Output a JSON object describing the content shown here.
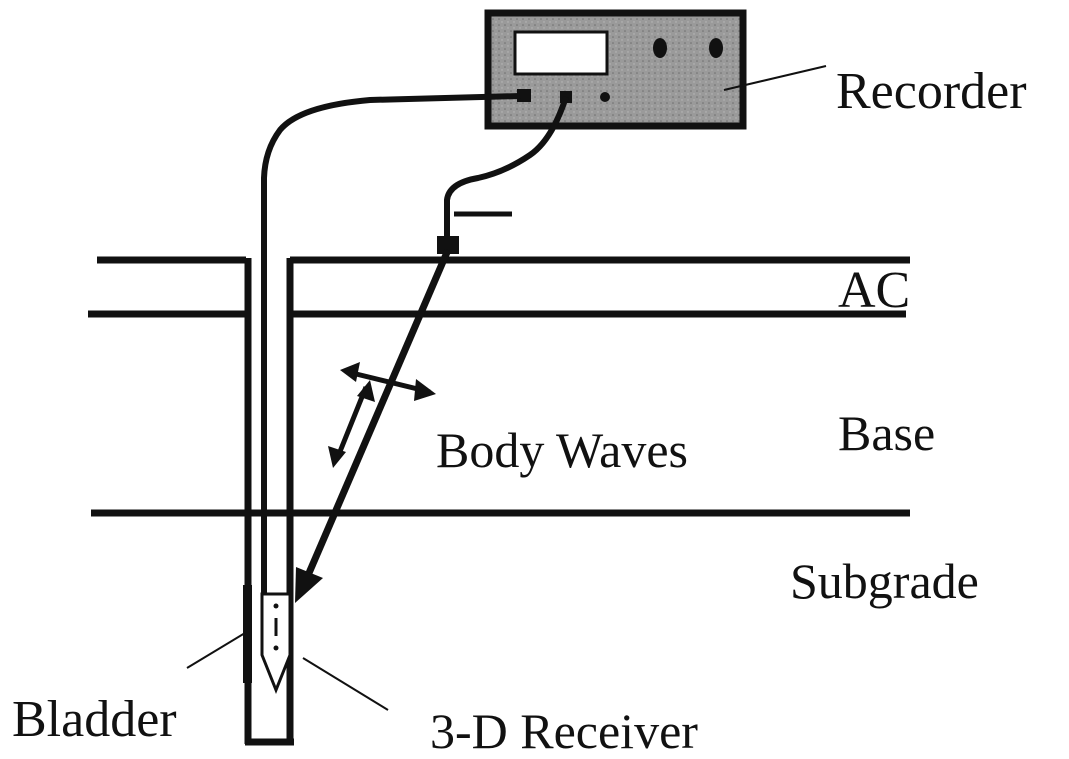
{
  "labels": {
    "recorder": "Recorder",
    "ac": "AC",
    "base": "Base",
    "body_waves": "Body Waves",
    "subgrade": "Subgrade",
    "bladder": "Bladder",
    "receiver": "3-D Receiver"
  },
  "colors": {
    "ink": "#111111",
    "recorder_body": "#9a9a9a",
    "background": "#ffffff"
  }
}
